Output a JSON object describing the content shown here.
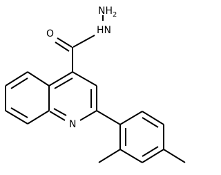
{
  "labels": {
    "nh2_main": "NH",
    "nh2_sub": "2",
    "nh": "HN",
    "o": "O",
    "n_ring": "N"
  }
}
